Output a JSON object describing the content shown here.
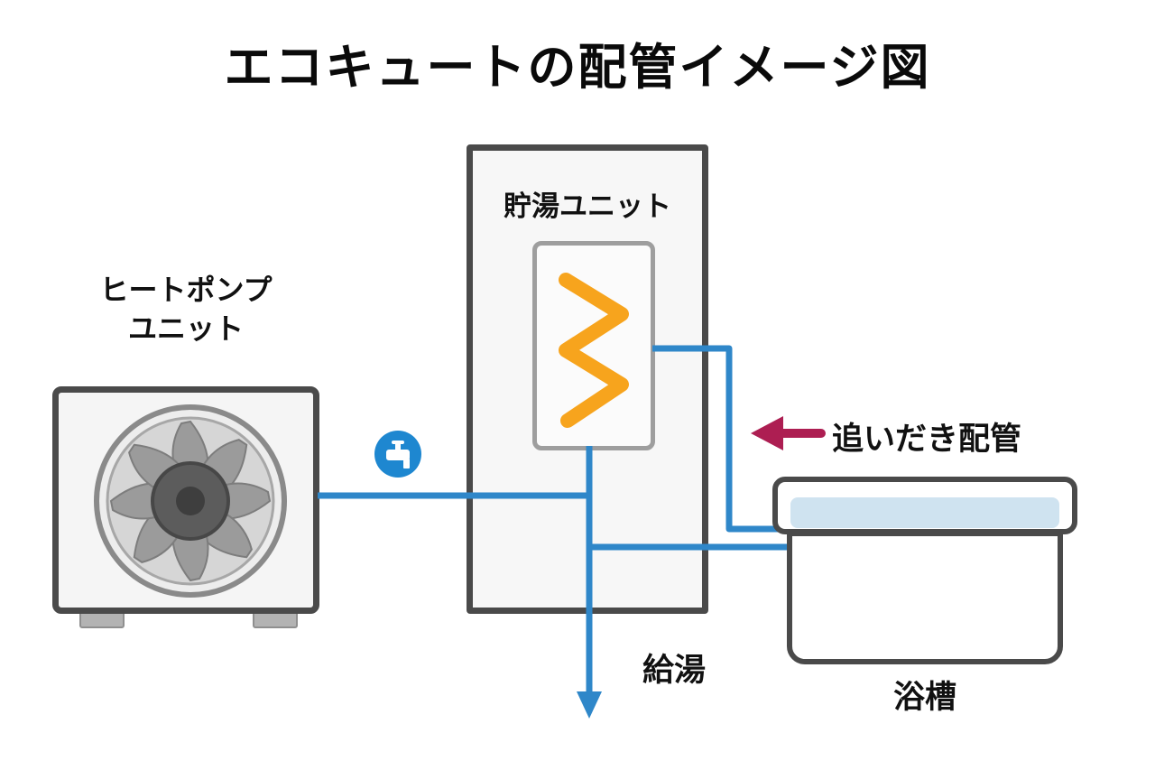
{
  "title": "エコキュートの配管イメージ図",
  "diagram": {
    "heat_pump": {
      "label_line1": "ヒートポンプ",
      "label_line2": "ユニット"
    },
    "storage_unit": {
      "label": "貯湯ユニット"
    },
    "reheat_pipe": {
      "label": "追いだき配管"
    },
    "hot_water_supply": {
      "label": "給湯"
    },
    "bathtub": {
      "label": "浴槽"
    }
  },
  "icons": {
    "pipe_junction": "faucet-icon",
    "reheat_pointer": "arrow-left-icon",
    "supply_pointer": "arrow-down-icon"
  },
  "colors": {
    "pipe_blue": "#2f87c9",
    "coil_orange": "#f7a41d",
    "arrow_crimson": "#ad1e52",
    "outline_gray": "#4a4a4a",
    "unit_fill": "#f5f5f5",
    "water_blue": "#cfe3f0",
    "faucet_badge_blue": "#1e87d0"
  }
}
